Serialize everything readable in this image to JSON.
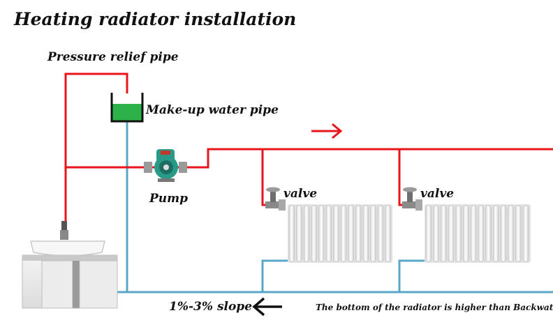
{
  "title": "Heating radiator installation",
  "labels": {
    "pressure_relief_pipe": "Pressure relief pipe",
    "makeup_water_pipe": "Make-up water pipe",
    "pump": "Pump",
    "valve_1": "valve",
    "valve_2": "valve",
    "slope": "1%-3% slope",
    "note": "The bottom of the radiator is higher than Backwater outlet"
  },
  "colors": {
    "supply_pipe": "#e8151b",
    "return_pipe": "#5aa6c9",
    "makeup_water": "#2db24a",
    "pump_body": "#2a9a88",
    "radiator": "#eeeeee"
  },
  "icons": {
    "flow_arrow_right": "right-arrow-icon",
    "flow_arrow_left": "left-arrow-icon"
  }
}
